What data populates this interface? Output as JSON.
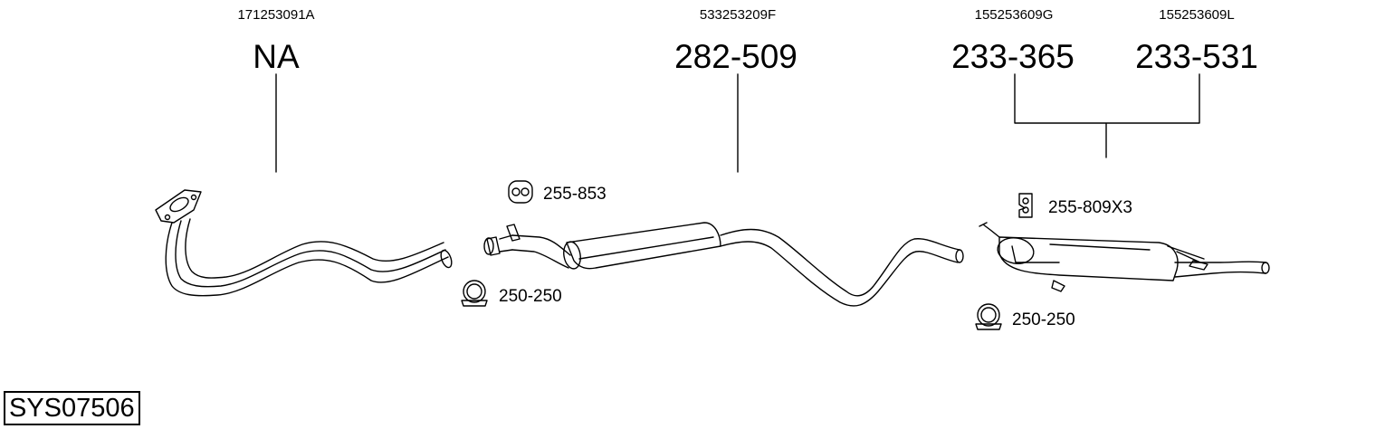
{
  "diagram_id": "SYS07506",
  "groups": [
    {
      "oem": "171253091A",
      "part": "NA"
    },
    {
      "oem": "533253209F",
      "part": "282-509"
    },
    {
      "oem": "155253609G",
      "part": "233-365"
    },
    {
      "oem": "155253609L",
      "part": "233-531"
    }
  ],
  "accessories": [
    {
      "label": "255-853",
      "icon": "rubber-hanger-icon"
    },
    {
      "label": "250-250",
      "icon": "pipe-clamp-icon"
    },
    {
      "label": "255-809X3",
      "icon": "rubber-hanger-icon"
    },
    {
      "label": "250-250",
      "icon": "pipe-clamp-icon"
    }
  ]
}
